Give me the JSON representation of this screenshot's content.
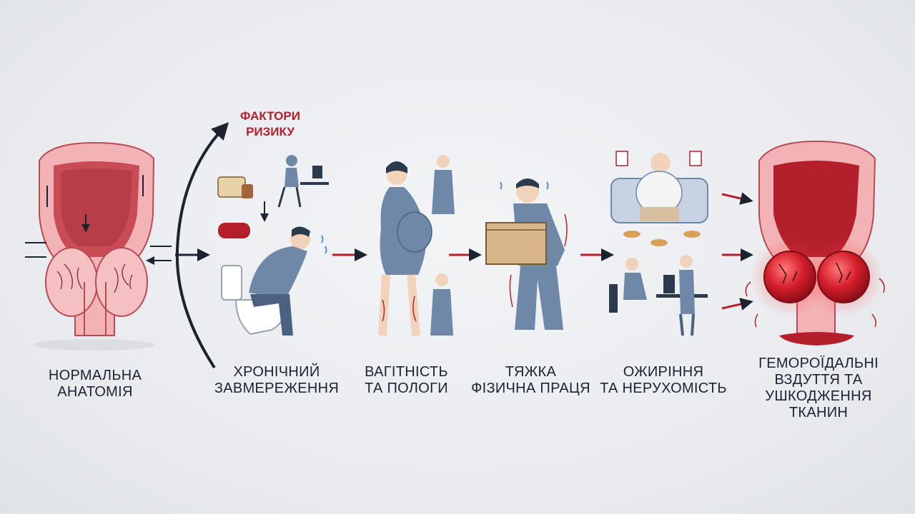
{
  "risk_factors_title": [
    "ФАКТОРИ",
    "РИЗИКУ"
  ],
  "stages": [
    {
      "id": "normal",
      "lines": [
        "НОРМАЛЬНА",
        "АНАТОМІЯ"
      ]
    },
    {
      "id": "constipation",
      "lines": [
        "ХРОНІЧНИЙ",
        "ЗАВМЕРЕЖЕННЯ"
      ]
    },
    {
      "id": "pregnancy",
      "lines": [
        "ВАГІТНІСТЬ",
        "ТА ПОЛОГИ"
      ]
    },
    {
      "id": "labor",
      "lines": [
        "ТЯЖКА",
        "ФІЗИЧНА ПРАЦЯ"
      ]
    },
    {
      "id": "obesity",
      "lines": [
        "ОЖИРІННЯ",
        "ТА НЕРУХОМІСТЬ"
      ]
    },
    {
      "id": "hemorrhoids",
      "lines": [
        "ГЕМОРОЇДАЛЬНІ",
        "ВЗДУТТЯ ТА",
        "УШКОДЖЕННЯ",
        "ТКАНИН"
      ]
    }
  ],
  "colors": {
    "accent_red": "#b3202c",
    "text_dark": "#1c2330",
    "tissue_pink": "#f0a3a8",
    "figure_blue": "#6f88a8"
  }
}
